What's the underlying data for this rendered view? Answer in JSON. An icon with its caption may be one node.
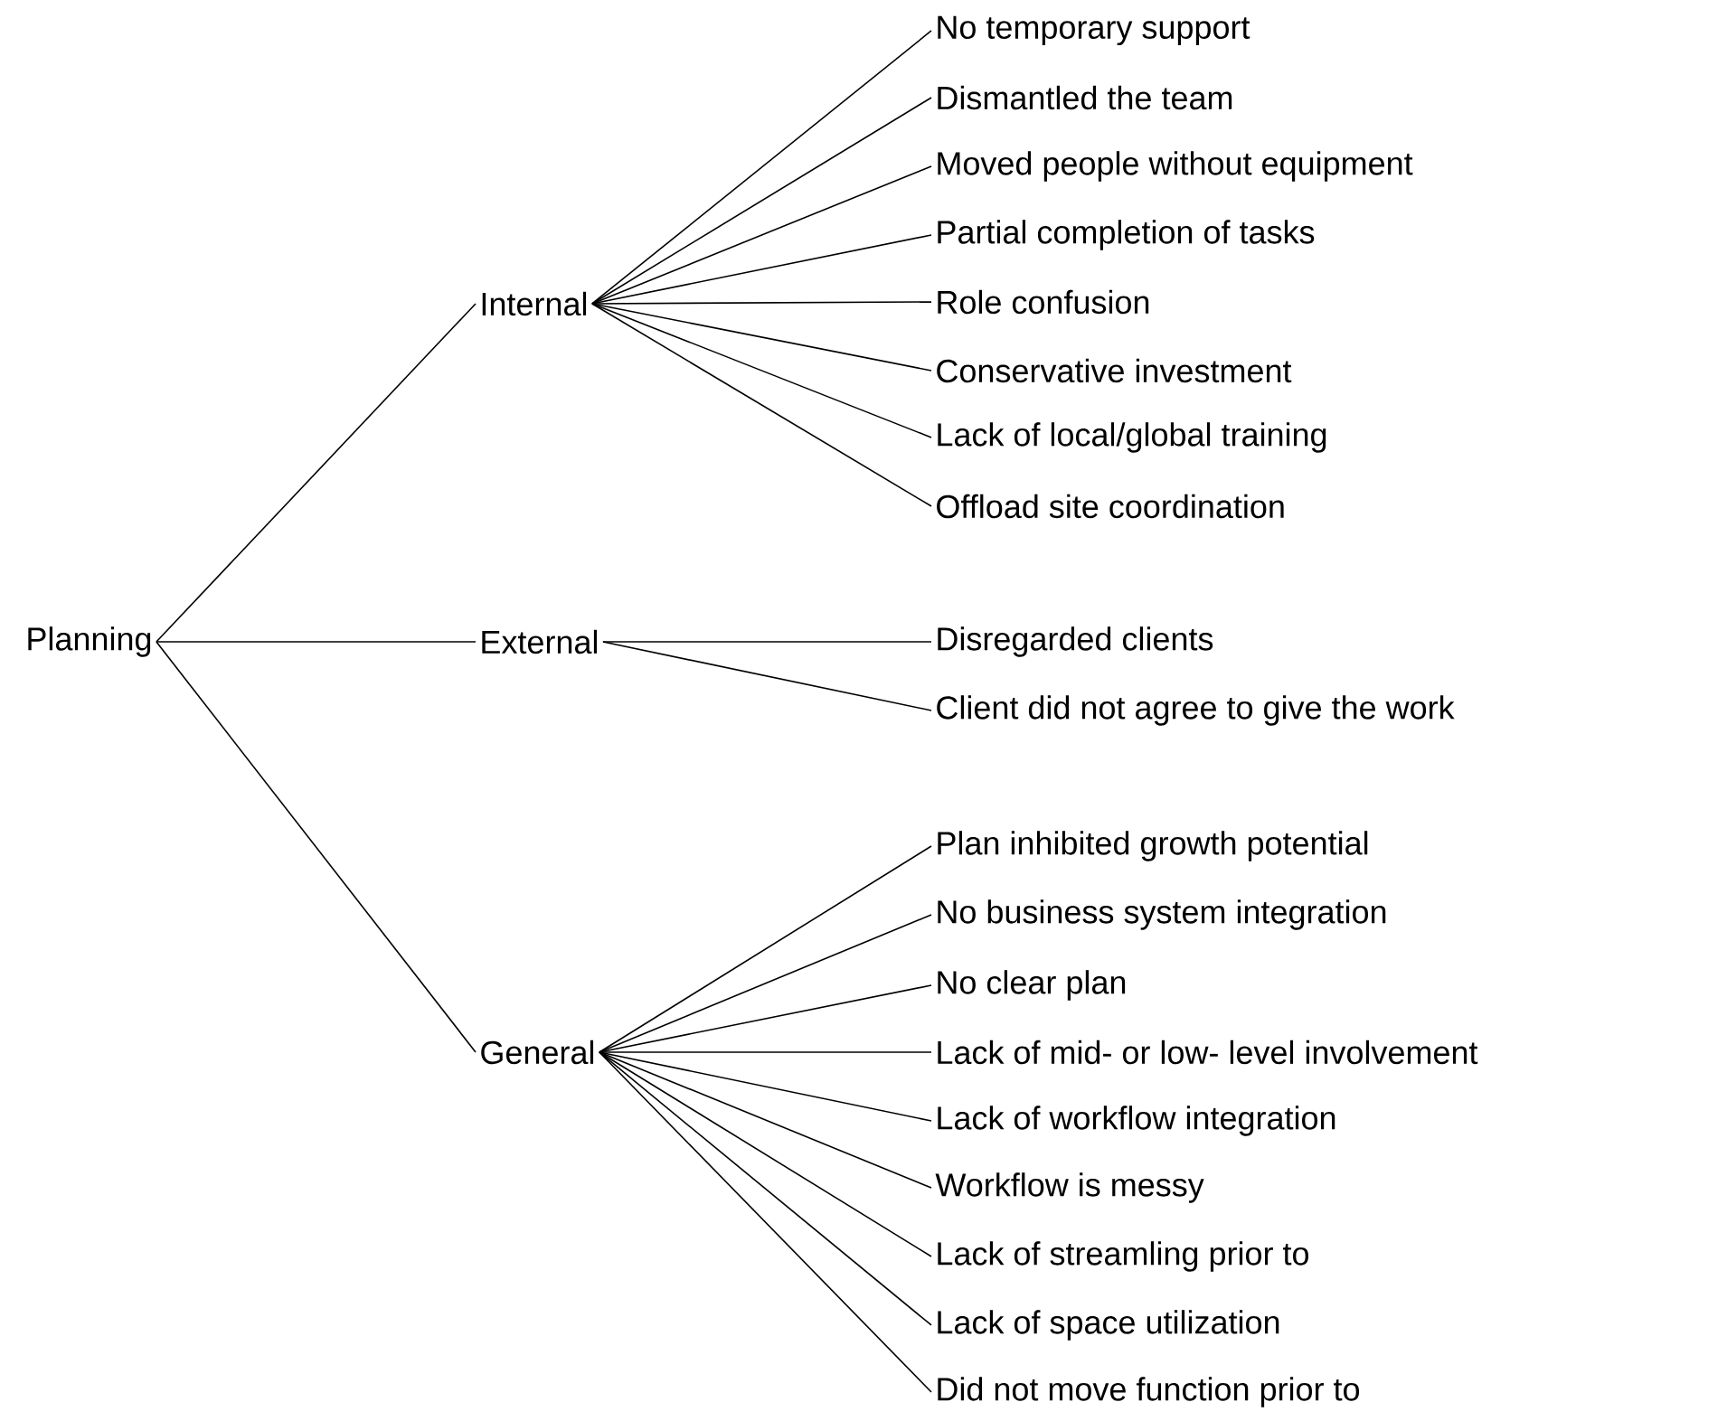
{
  "diagram": {
    "nodes": [
      {
        "text": [
          "Planning"
        ]
      },
      {
        "text": [
          "Internal"
        ]
      },
      {
        "text": [
          "External"
        ]
      },
      {
        "text": [
          "General"
        ]
      },
      {
        "text": [
          "No temporary support"
        ]
      },
      {
        "text": [
          "Dismantled the team"
        ]
      },
      {
        "text": [
          "Moved people without equipment"
        ]
      },
      {
        "text": [
          "Partial completion of tasks"
        ]
      },
      {
        "text": [
          "Role confusion"
        ]
      },
      {
        "text": [
          "Conservative investment"
        ]
      },
      {
        "text": [
          "Lack of local/global training"
        ]
      },
      {
        "text": [
          "Offload site coordination"
        ]
      },
      {
        "text": [
          "Disregarded clients"
        ]
      },
      {
        "text": [
          "Client did not agree to give the work"
        ]
      },
      {
        "text": [
          "Plan inhibited growth potential"
        ]
      },
      {
        "text": [
          "No business system integration"
        ]
      },
      {
        "text": [
          "No clear plan"
        ]
      },
      {
        "text": [
          "Lack of mid- or low- level involvement"
        ]
      },
      {
        "text": [
          "Lack of workflow integration"
        ]
      },
      {
        "text": [
          "Workflow is messy"
        ]
      },
      {
        "text": [
          "Lack of streamling prior to"
        ]
      },
      {
        "text": [
          "Lack of space utilization"
        ]
      },
      {
        "text": [
          "Did not move function prior to"
        ]
      }
    ],
    "edges": [
      {
        "from": 0,
        "to": 1,
        "arrow": "none"
      },
      {
        "from": 0,
        "to": 2,
        "arrow": "none"
      },
      {
        "from": 0,
        "to": 3,
        "arrow": "none"
      },
      {
        "from": 1,
        "to": 4,
        "arrow": "none"
      },
      {
        "from": 1,
        "to": 5,
        "arrow": "none"
      },
      {
        "from": 1,
        "to": 6,
        "arrow": "none"
      },
      {
        "from": 1,
        "to": 7,
        "arrow": "none"
      },
      {
        "from": 1,
        "to": 8,
        "arrow": "none"
      },
      {
        "from": 1,
        "to": 9,
        "arrow": "none"
      },
      {
        "from": 1,
        "to": 10,
        "arrow": "none"
      },
      {
        "from": 1,
        "to": 11,
        "arrow": "none"
      },
      {
        "from": 2,
        "to": 12,
        "arrow": "none"
      },
      {
        "from": 2,
        "to": 13,
        "arrow": "none"
      },
      {
        "from": 3,
        "to": 14,
        "arrow": "none"
      },
      {
        "from": 3,
        "to": 15,
        "arrow": "none"
      },
      {
        "from": 3,
        "to": 16,
        "arrow": "none"
      },
      {
        "from": 3,
        "to": 17,
        "arrow": "none"
      },
      {
        "from": 3,
        "to": 18,
        "arrow": "none"
      },
      {
        "from": 3,
        "to": 19,
        "arrow": "none"
      },
      {
        "from": 3,
        "to": 20,
        "arrow": "none"
      },
      {
        "from": 3,
        "to": 21,
        "arrow": "none"
      },
      {
        "from": 3,
        "to": 22,
        "arrow": "none"
      }
    ]
  }
}
